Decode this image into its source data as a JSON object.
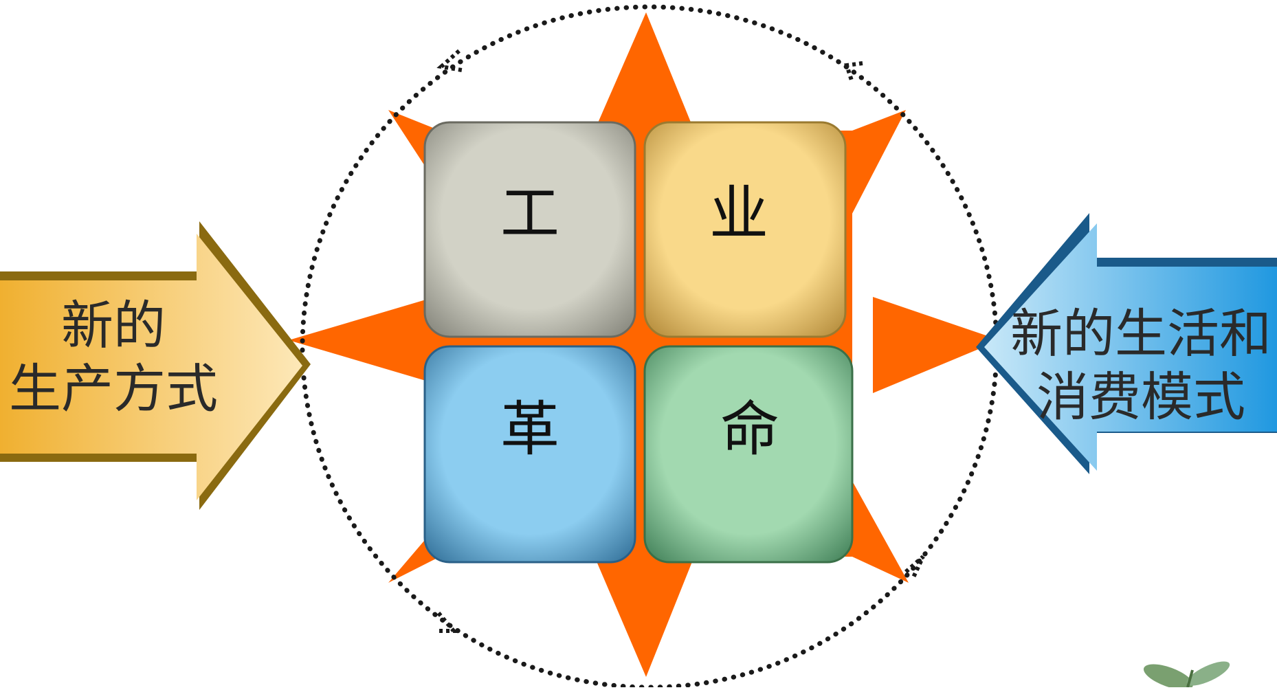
{
  "tiles": {
    "top_left": "工",
    "top_right": "业",
    "bottom_left": "革",
    "bottom_right": "命"
  },
  "left_arrow": {
    "line1": "新的",
    "line2": "生产方式"
  },
  "right_arrow": {
    "line1": "新的生活和",
    "line2": "消费模式"
  },
  "colors": {
    "star": "#ff6600",
    "tile_gray": "#d0d0c4",
    "tile_yellow": "#f8d888",
    "tile_blue": "#88c8ee",
    "tile_green": "#a0d8b0",
    "left_arrow": "#f0b840",
    "right_arrow": "#30a0e8"
  },
  "icons": [
    "dotted-cycle-ring",
    "star-burst",
    "leaf-icon"
  ]
}
